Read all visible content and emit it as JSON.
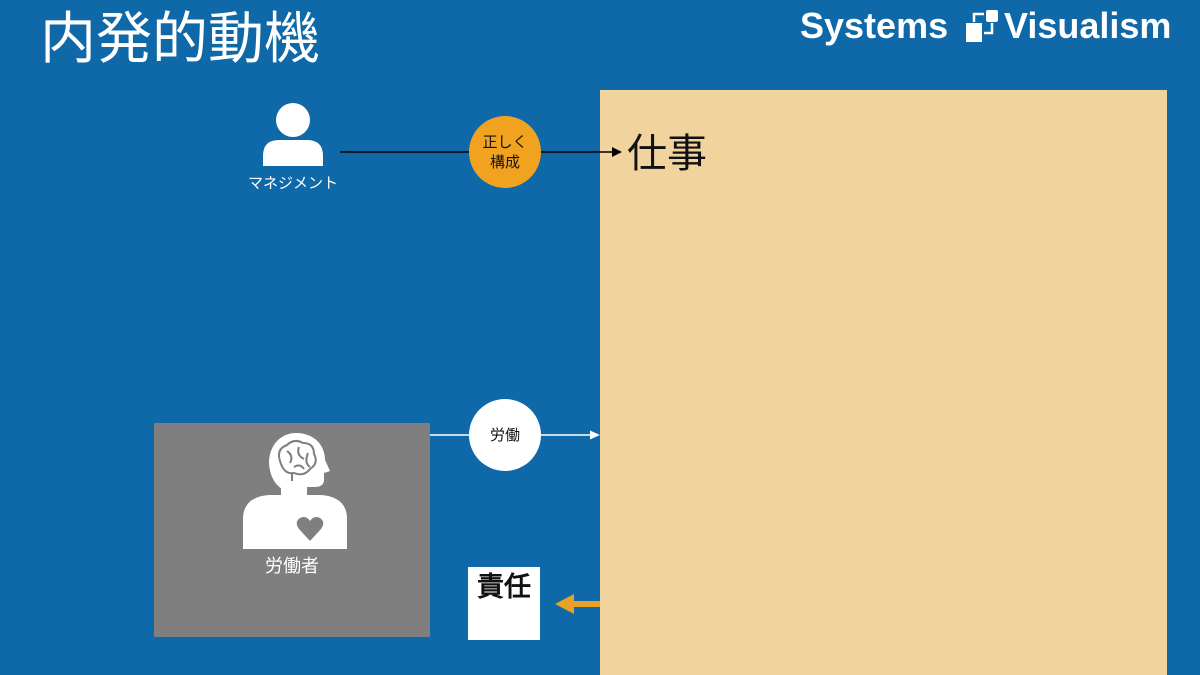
{
  "slide": {
    "title": "内発的動機",
    "background": "#0f68a8"
  },
  "logo": {
    "left_text": "Systems",
    "right_text": "Visualism",
    "icon": "systems-visualism-logo-icon"
  },
  "management": {
    "label": "マネジメント",
    "icon": "person-icon"
  },
  "edge_management": {
    "label_line1": "正しく",
    "label_line2": "構成",
    "color": "#f1a31f"
  },
  "work": {
    "label": "仕事",
    "color": "#f0d39d"
  },
  "worker": {
    "label": "労働者",
    "icon": "head-brain-heart-icon",
    "box_color": "#7f7f7f"
  },
  "edge_labor": {
    "label": "労働"
  },
  "responsibility": {
    "label": "責任",
    "arrow_color": "#e9a225"
  }
}
